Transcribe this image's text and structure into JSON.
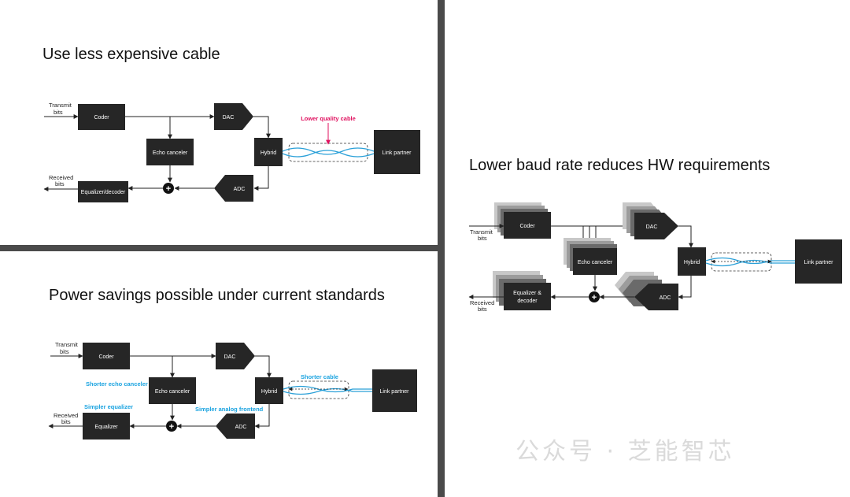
{
  "panel_top": {
    "title": "Use less expensive cable",
    "transmit_label": [
      "Transmit",
      "bits"
    ],
    "received_label": [
      "Received",
      "bits"
    ],
    "coder": "Coder",
    "dac": "DAC",
    "echo_canceler": "Echo canceler",
    "hybrid": "Hybrid",
    "link_partner": "Link partner",
    "adc": "ADC",
    "equalizer": "Equalizer/decoder",
    "cable_annotation": "Lower quality cable"
  },
  "panel_bottom": {
    "title": "Power savings possible under current standards",
    "transmit_label": [
      "Transmit",
      "bits"
    ],
    "received_label": [
      "Received",
      "bits"
    ],
    "coder": "Coder",
    "dac": "DAC",
    "echo_canceler": "Echo canceler",
    "hybrid": "Hybrid",
    "link_partner": "Link partner",
    "adc": "ADC",
    "equalizer": "Equalizer",
    "annotations": {
      "echo": "Shorter echo canceler",
      "cable": "Shorter cable",
      "equalizer": "Simpler equalizer",
      "frontend": "Simpler analog frontend"
    }
  },
  "panel_right": {
    "title": "Lower baud rate reduces HW requirements",
    "transmit_label": [
      "Transmit",
      "bits"
    ],
    "received_label": [
      "Received",
      "bits"
    ],
    "coder": "Coder",
    "dac": "DAC",
    "echo_canceler": "Echo canceler",
    "hybrid": "Hybrid",
    "link_partner": "Link partner",
    "adc": "ADC",
    "equalizer": [
      "Equalizer &",
      "decoder"
    ]
  },
  "watermark": "公众号 · 芝能智芯",
  "colors": {
    "block": "#262626",
    "divider": "#4a4a4a",
    "cable": "#2aa0d8",
    "annotation_red": "#e0115f",
    "annotation_blue": "#1aa3e0"
  }
}
